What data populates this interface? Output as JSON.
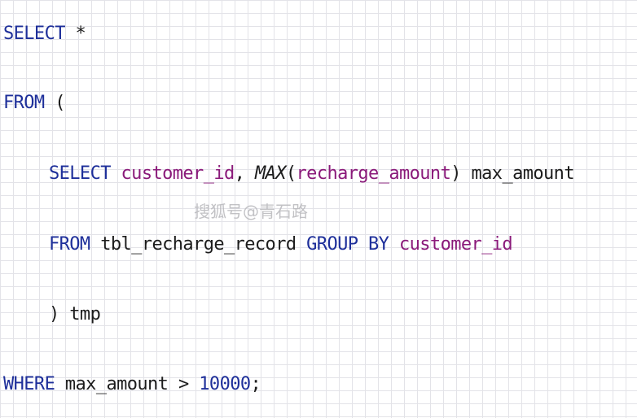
{
  "code": {
    "line1": {
      "kw": "SELECT",
      "rest": " *"
    },
    "line2": {
      "kw": "FROM",
      "rest": " ("
    },
    "line3": {
      "kw": "SELECT",
      "col1": "customer_id",
      "sep": ", ",
      "func": "MAX",
      "open": "(",
      "col2": "recharge_amount",
      "close": ") ",
      "alias": "max_amount"
    },
    "line4": {
      "kw1": "FROM",
      "table": " tbl_recharge_record ",
      "kw2": "GROUP BY",
      "col": "customer_id"
    },
    "line5": {
      "text": ") tmp"
    },
    "line6": {
      "kw": "WHERE",
      "cond": " max_amount > ",
      "num": "10000",
      "end": ";"
    }
  },
  "watermark": "搜狐号@青石路",
  "colors": {
    "keyword": "#1e2f9a",
    "field": "#8a1a7a",
    "plain": "#1c1c1c",
    "grid": "#e3e3e8"
  }
}
